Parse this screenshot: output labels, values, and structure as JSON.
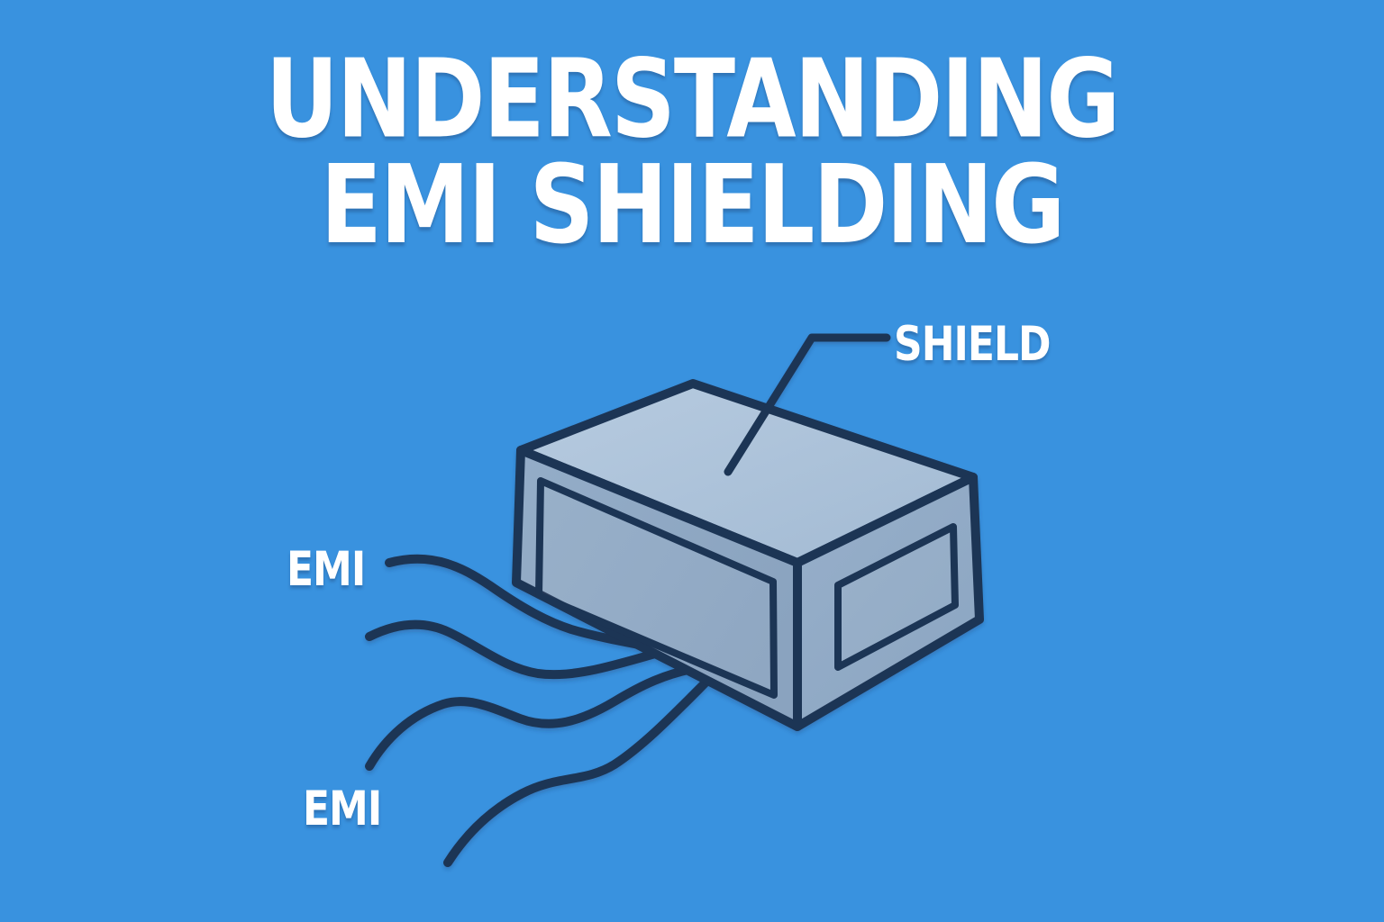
{
  "page": {
    "background_color": "#3992DF",
    "text_color": "#FFFFFF"
  },
  "title": {
    "line1": "UNDERSTANDING",
    "line2": "EMI SHIELDING"
  },
  "diagram": {
    "shield_label": "SHIELD",
    "emi_label_top": "EMI",
    "emi_label_bottom": "EMI",
    "colors": {
      "outline_navy": "#1E3454",
      "box_top_face_light": "#B7CBE0",
      "box_top_face_dark": "#A2BAD3",
      "box_front_face_light": "#94ADC8",
      "box_front_face_dark": "#8AA3BF",
      "box_right_face_light": "#97AFCA",
      "box_right_face_dark": "#8CA6C2",
      "background_blue": "#3992DF",
      "label_white": "#FFFFFF"
    }
  }
}
